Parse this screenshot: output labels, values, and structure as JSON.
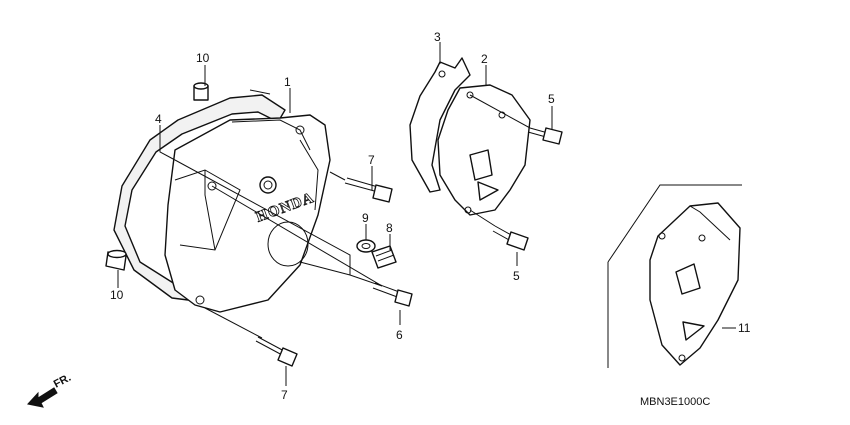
{
  "diagram": {
    "callouts": [
      {
        "id": "c1",
        "text": "1"
      },
      {
        "id": "c2",
        "text": "2"
      },
      {
        "id": "c3",
        "text": "3"
      },
      {
        "id": "c4",
        "text": "4"
      },
      {
        "id": "c5a",
        "text": "5"
      },
      {
        "id": "c5b",
        "text": "5"
      },
      {
        "id": "c6",
        "text": "6"
      },
      {
        "id": "c7a",
        "text": "7"
      },
      {
        "id": "c7b",
        "text": "7"
      },
      {
        "id": "c8",
        "text": "8"
      },
      {
        "id": "c9",
        "text": "9"
      },
      {
        "id": "c10a",
        "text": "10"
      },
      {
        "id": "c10b",
        "text": "10"
      },
      {
        "id": "c11",
        "text": "11"
      }
    ],
    "brand_text": "HONDA",
    "front_marker": "FR.",
    "diagram_code": "MBN3E1000C"
  }
}
